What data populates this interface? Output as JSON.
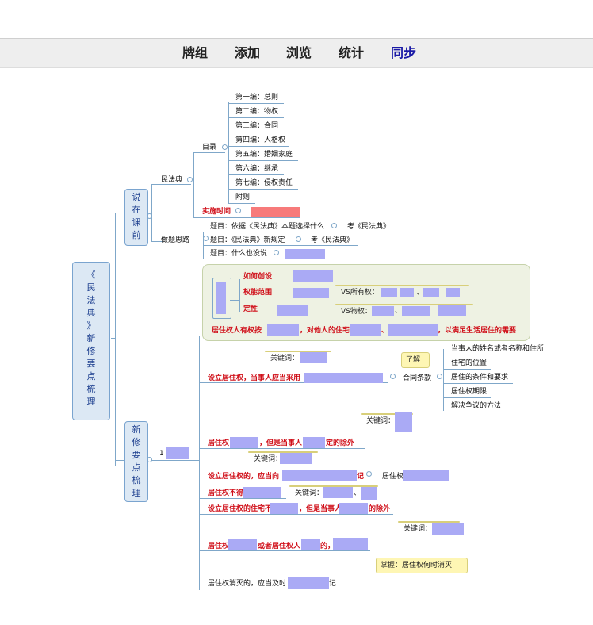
{
  "nav": {
    "items": [
      "牌组",
      "添加",
      "浏览",
      "统计",
      "同步"
    ],
    "active": "同步"
  },
  "mindmap": {
    "root": [
      "《",
      "民",
      "法",
      "典",
      "》",
      "新",
      "修",
      "要",
      "点",
      "梳",
      "理"
    ],
    "branch1": [
      "说",
      "在",
      "课",
      "前"
    ],
    "branch2": [
      "新",
      "修",
      "要",
      "点",
      "梳",
      "理"
    ],
    "minfadian": "民法典",
    "mulu": "目录",
    "chapters": [
      "第一编：总则",
      "第二编：物权",
      "第三编：合同",
      "第四编：人格权",
      "第五编：婚姻家庭",
      "第六编：继承",
      "第七编：侵权责任",
      "附则"
    ],
    "shishi": "实施时间",
    "zuoti": "做题思路",
    "q1": "题目：依据《民法典》本题选择什么",
    "q1b": "考《民法典》",
    "q2": "题目：《民法典》新规定",
    "q2b": "考《民法典》",
    "q3": "题目：什么也没说",
    "n1": "1",
    "ruhe": "如何创设",
    "quanneng": "权能范围",
    "dingxing": "定性",
    "vs1": "VS所有权：",
    "vs1sep": "、",
    "vs2": "VS物权：",
    "vs2sep": "、",
    "juzhu_main_a": "居住权人有权按",
    "juzhu_main_b": "，对他人的住宅",
    "juzhu_main_c": "、",
    "juzhu_main_d": "，以满足生活居住的需要",
    "kw1": "关键词：",
    "sheli1": "设立居住权，当事人应当采用",
    "liaojie": "了解",
    "hetong": "合同条款",
    "hetong_items": [
      "当事人的姓名或者名称和住所",
      "住宅的位置",
      "居住的条件和要求",
      "居住权期限",
      "解决争议的方法"
    ],
    "kw2": "关键词：",
    "juzhu2_a": "居住权",
    "juzhu2_b": "，但是当事人",
    "juzhu2_c": "定的除外",
    "kw3": "关键词：",
    "sheli2_a": "设立居住权的，应当向",
    "sheli2_b": "记",
    "juzhu_tail": "居住权",
    "bude": "居住权不得",
    "kw4": "关键词：",
    "kw4sep": "、",
    "sheli3_a": "设立居住权的住宅不",
    "sheli3_b": "，但是当事人",
    "sheli3_c": "的除外",
    "kw5": "关键词：",
    "juzhu5_a": "居住权",
    "juzhu5_b": "或者居住权人",
    "juzhu5_c": "的，",
    "zhangwo": "掌握：居住权何时消灭",
    "xiaomie_a": "居住权消灭的，应当及时",
    "xiaomie_b": "记"
  },
  "colors": {
    "red_text": "#d0101a",
    "mask": "#aaaaf5",
    "red_mask": "#f77a7a",
    "node_fill": "#dce8f4",
    "note_fill": "#fef6b4",
    "nav_active": "#1a1aa6"
  }
}
